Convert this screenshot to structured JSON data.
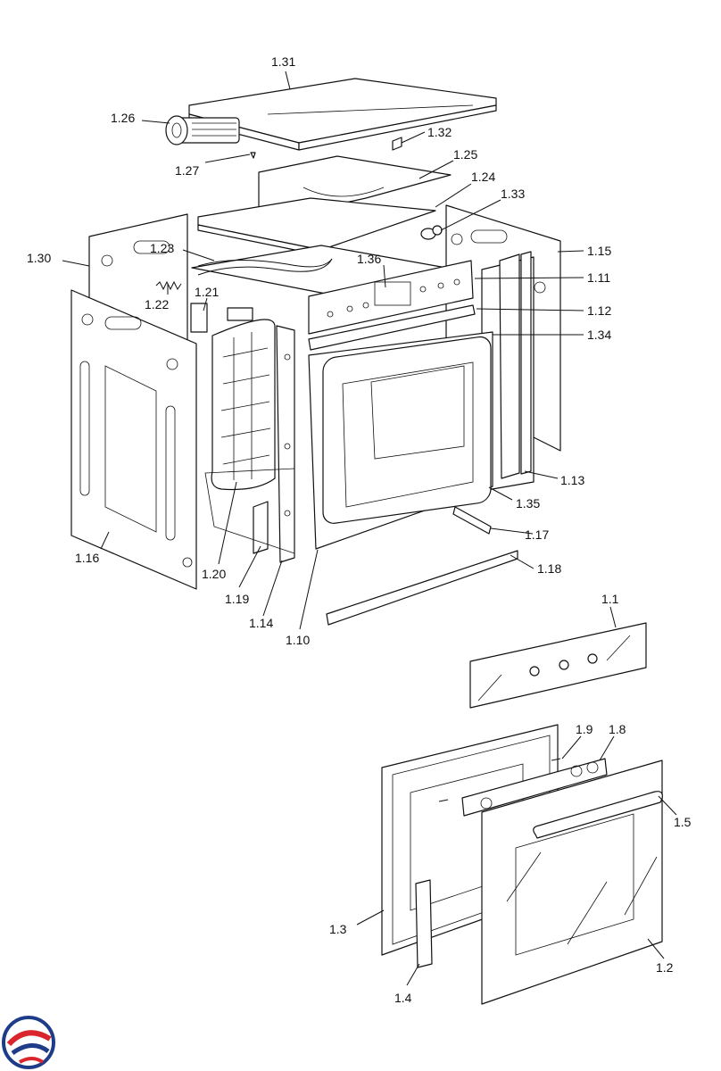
{
  "labels": {
    "l_1_31": "1.31",
    "l_1_26": "1.26",
    "l_1_32": "1.32",
    "l_1_25": "1.25",
    "l_1_27": "1.27",
    "l_1_24": "1.24",
    "l_1_33": "1.33",
    "l_1_30": "1.30",
    "l_1_23": "1.23",
    "l_1_15": "1.15",
    "l_1_36": "1.36",
    "l_1_11": "1.11",
    "l_1_22": "1.22",
    "l_1_21": "1.21",
    "l_1_12": "1.12",
    "l_1_34": "1.34",
    "l_1_13": "1.13",
    "l_1_35": "1.35",
    "l_1_16": "1.16",
    "l_1_17": "1.17",
    "l_1_20": "1.20",
    "l_1_18": "1.18",
    "l_1_19": "1.19",
    "l_1_14": "1.14",
    "l_1_10": "1.10",
    "l_1_1": "1.1",
    "l_1_9": "1.9",
    "l_1_8": "1.8",
    "l_1_5": "1.5",
    "l_1_3": "1.3",
    "l_1_2": "1.2",
    "l_1_4": "1.4"
  },
  "colors": {
    "line": "#111111",
    "logo_red": "#d9262c",
    "logo_blue": "#1f3c88"
  },
  "icons": {
    "brand_logo": "circular-swirl-logo"
  }
}
